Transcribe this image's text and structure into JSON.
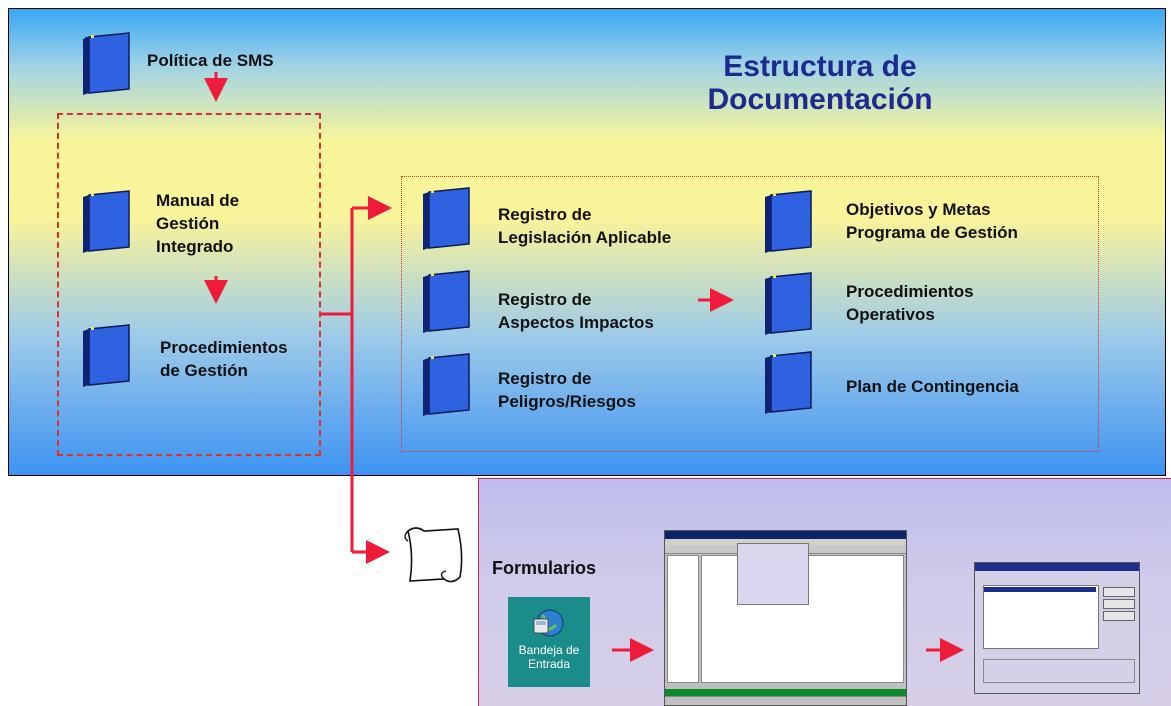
{
  "diagram": {
    "title": "Estructura de\nDocumentación",
    "policy_label": "Política de SMS",
    "manual_label": "Manual de\nGestión\nIntegrado",
    "procedures_label": "Procedimientos\nde Gestión",
    "records": [
      "Registro de\nLegislación Aplicable",
      "Registro de\nAspectos Impactos",
      "Registro de\nPeligros/Riesgos"
    ],
    "outputs": [
      "Objetivos y Metas\nPrograma de Gestión",
      "Procedimientos\nOperativos",
      "Plan de Contingencia"
    ],
    "forms_label": "Formularios",
    "inbox_label": "Bandeja de\nEntrada"
  },
  "colors": {
    "title": "#1d2b8f",
    "binder": "#2f62e0",
    "arrow": "#ee1c3a",
    "dashed_border": "#e0302a"
  }
}
